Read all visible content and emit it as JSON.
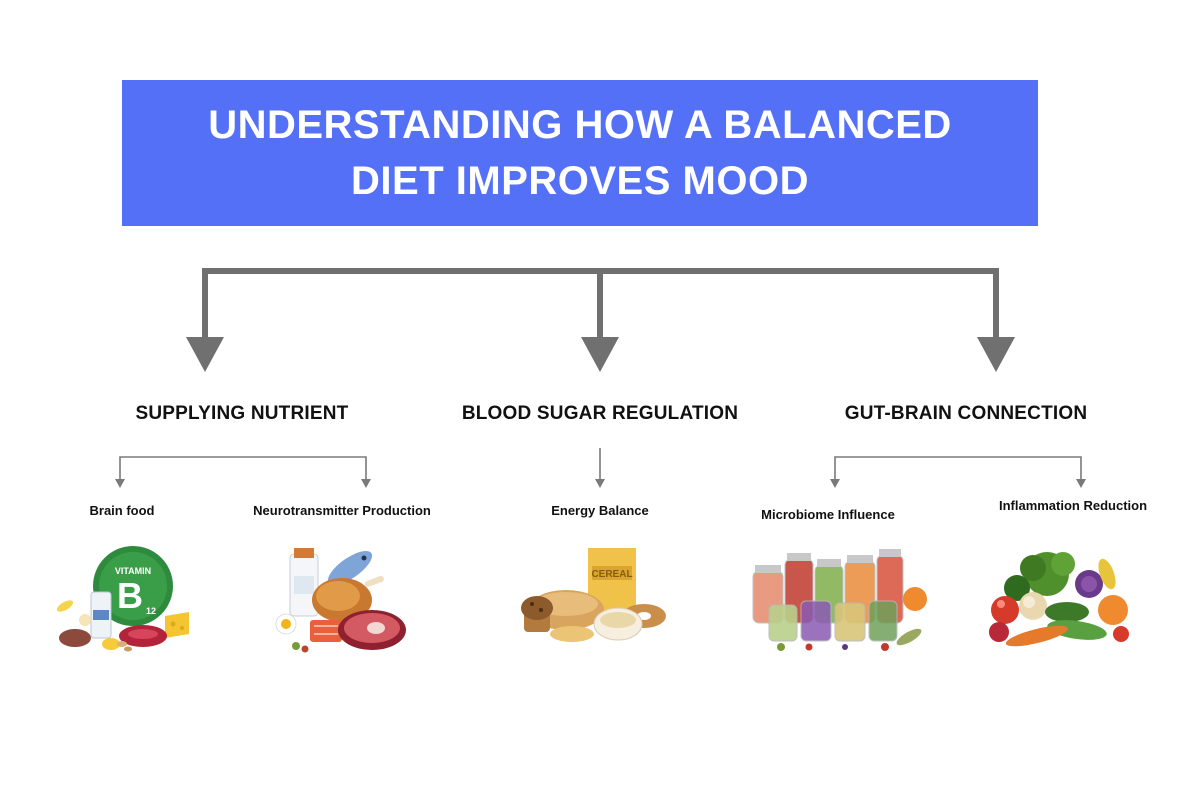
{
  "title": "UNDERSTANDING HOW A BALANCED DIET IMPROVES MOOD",
  "colors": {
    "title_bg": "#5470f6",
    "connector": "#707070",
    "title_text": "#ffffff"
  },
  "branches": [
    {
      "label": "SUPPLYING NUTRIENT",
      "leaves": [
        {
          "label": "Brain food",
          "image": "vitamin-b-foods",
          "image_text": "VITAMIN B 12"
        },
        {
          "label": "Neurotransmitter Production",
          "image": "protein-foods"
        }
      ]
    },
    {
      "label": "BLOOD SUGAR REGULATION",
      "leaves": [
        {
          "label": "Energy Balance",
          "image": "grains-cereal",
          "image_text": "CEREAL"
        }
      ]
    },
    {
      "label": "GUT-BRAIN CONNECTION",
      "leaves": [
        {
          "label": "Microbiome Influence",
          "image": "fermented-jars"
        },
        {
          "label": "Inflammation Reduction",
          "image": "vegetables"
        }
      ]
    }
  ]
}
